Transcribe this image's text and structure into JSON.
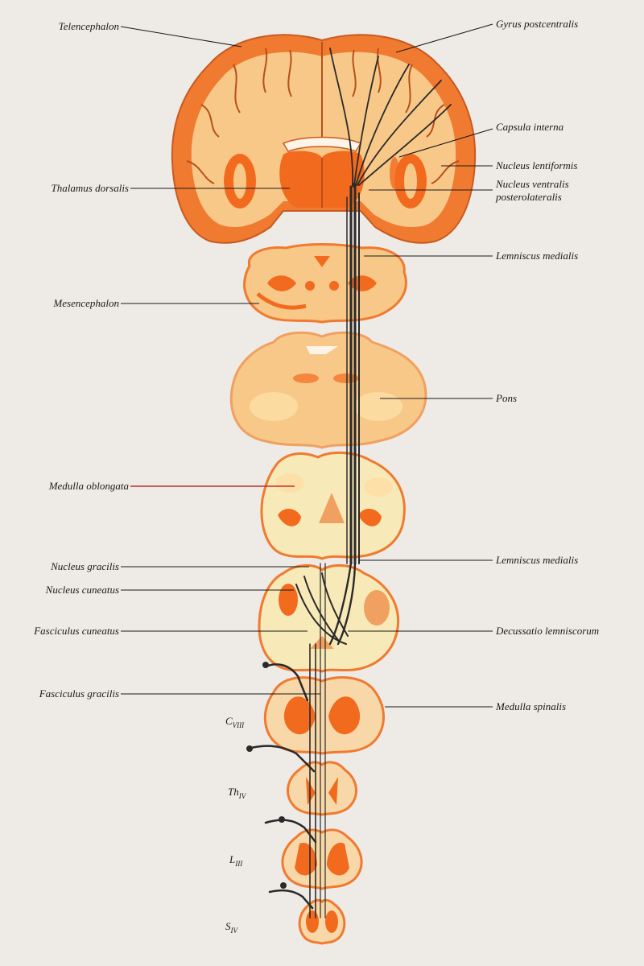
{
  "labels": {
    "telencephalon": "Telencephalon",
    "gyrus_postcentralis": "Gyrus postcentralis",
    "capsula_interna": "Capsula interna",
    "nucleus_lentiformis": "Nucleus lentiformis",
    "thalamus_dorsalis": "Thalamus dorsalis",
    "nucleus_ventralis": "Nucleus ventralis",
    "posterolateralis": "posterolateralis",
    "lemniscus_medialis_upper": "Lemniscus medialis",
    "mesencephalon": "Mesencephalon",
    "pons": "Pons",
    "medulla_oblongata": "Medulla oblongata",
    "lemniscus_medialis_lower": "Lemniscus medialis",
    "nucleus_gracilis": "Nucleus gracilis",
    "nucleus_cuneatus": "Nucleus cuneatus",
    "fasciculus_cuneatus": "Fasciculus cuneatus",
    "decussatio_lemniscorum": "Decussatio lemniscorum",
    "fasciculus_gracilis": "Fasciculus gracilis",
    "medulla_spinalis": "Medulla spinalis"
  },
  "segments": {
    "c8": {
      "main": "C",
      "sub": "VIII"
    },
    "th4": {
      "main": "Th",
      "sub": "IV"
    },
    "l3": {
      "main": "L",
      "sub": "III"
    },
    "s4": {
      "main": "S",
      "sub": "IV"
    }
  },
  "colors": {
    "tissue_outer": "#f0a060",
    "tissue_cortex": "#f07a30",
    "gray_matter": "#f26a1e",
    "white_matter": "#f8d8a8",
    "pale": "#f8eab8",
    "tract": "#2a2a2a",
    "leader_red": "#c03030",
    "background": "#eeeae6"
  }
}
